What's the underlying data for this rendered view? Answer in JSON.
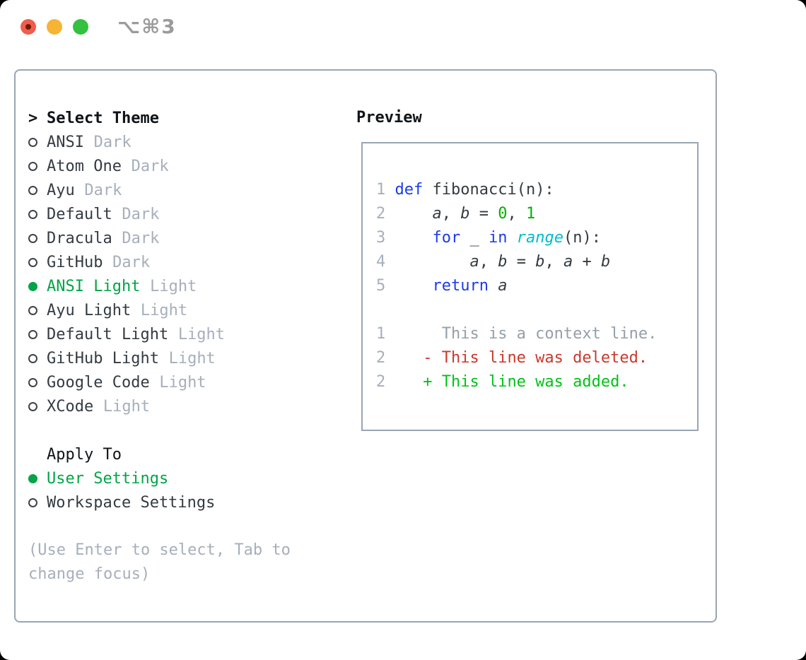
{
  "window": {
    "shortcut": "⌥⌘3",
    "traffic_lights": {
      "close": "red-edited-dot",
      "minimize": "yellow",
      "zoom": "green"
    }
  },
  "theme_selector": {
    "title_prefix": ">",
    "title": "Select Theme",
    "items": [
      {
        "name": "ANSI",
        "variant": "Dark",
        "selected": false
      },
      {
        "name": "Atom One",
        "variant": "Dark",
        "selected": false
      },
      {
        "name": "Ayu",
        "variant": "Dark",
        "selected": false
      },
      {
        "name": "Default",
        "variant": "Dark",
        "selected": false
      },
      {
        "name": "Dracula",
        "variant": "Dark",
        "selected": false
      },
      {
        "name": "GitHub",
        "variant": "Dark",
        "selected": false
      },
      {
        "name": "ANSI Light",
        "variant": "Light",
        "selected": true
      },
      {
        "name": "Ayu Light",
        "variant": "Light",
        "selected": false
      },
      {
        "name": "Default Light",
        "variant": "Light",
        "selected": false
      },
      {
        "name": "GitHub Light",
        "variant": "Light",
        "selected": false
      },
      {
        "name": "Google Code",
        "variant": "Light",
        "selected": false
      },
      {
        "name": "XCode",
        "variant": "Light",
        "selected": false
      }
    ]
  },
  "apply_to": {
    "title": "Apply To",
    "options": [
      {
        "label": "User Settings",
        "selected": true
      },
      {
        "label": "Workspace Settings",
        "selected": false
      }
    ]
  },
  "hint": "(Use Enter to select, Tab to change focus)",
  "preview": {
    "title": "Preview",
    "lines": [
      {
        "num": "1",
        "tokens": [
          {
            "t": "def",
            "c": "keyword"
          },
          {
            "t": " fibonacci(n):",
            "c": "plain"
          }
        ]
      },
      {
        "num": "2",
        "tokens": [
          {
            "t": "    ",
            "c": "plain"
          },
          {
            "t": "a",
            "c": "plain",
            "i": true
          },
          {
            "t": ", ",
            "c": "plain"
          },
          {
            "t": "b",
            "c": "plain",
            "i": true
          },
          {
            "t": " = ",
            "c": "plain"
          },
          {
            "t": "0",
            "c": "number"
          },
          {
            "t": ", ",
            "c": "plain"
          },
          {
            "t": "1",
            "c": "number"
          }
        ]
      },
      {
        "num": "3",
        "tokens": [
          {
            "t": "    ",
            "c": "plain"
          },
          {
            "t": "for",
            "c": "keyword"
          },
          {
            "t": " _ ",
            "c": "plain"
          },
          {
            "t": "in",
            "c": "keyword"
          },
          {
            "t": " ",
            "c": "plain"
          },
          {
            "t": "range",
            "c": "builtin",
            "i": true
          },
          {
            "t": "(n):",
            "c": "plain"
          }
        ]
      },
      {
        "num": "4",
        "tokens": [
          {
            "t": "        ",
            "c": "plain"
          },
          {
            "t": "a",
            "c": "plain",
            "i": true
          },
          {
            "t": ", ",
            "c": "plain"
          },
          {
            "t": "b",
            "c": "plain",
            "i": true
          },
          {
            "t": " = ",
            "c": "plain"
          },
          {
            "t": "b",
            "c": "plain",
            "i": true
          },
          {
            "t": ", ",
            "c": "plain"
          },
          {
            "t": "a",
            "c": "plain",
            "i": true
          },
          {
            "t": " + ",
            "c": "plain"
          },
          {
            "t": "b",
            "c": "plain",
            "i": true
          }
        ]
      },
      {
        "num": "5",
        "tokens": [
          {
            "t": "    ",
            "c": "plain"
          },
          {
            "t": "return",
            "c": "keyword"
          },
          {
            "t": " ",
            "c": "plain"
          },
          {
            "t": "a",
            "c": "plain",
            "i": true
          }
        ]
      },
      {
        "num": "",
        "tokens": []
      },
      {
        "num": "1",
        "tokens": [
          {
            "t": "     This is a context line.",
            "c": "context"
          }
        ]
      },
      {
        "num": "2",
        "tokens": [
          {
            "t": "   - This line was deleted.",
            "c": "deleted"
          }
        ]
      },
      {
        "num": "2",
        "tokens": [
          {
            "t": "   + This line was added.",
            "c": "added"
          }
        ]
      }
    ]
  },
  "colors": {
    "header": "#101418",
    "text": "#343b42",
    "muted": "#a6afbb",
    "border": "#9aa5b2",
    "green": "#00a546",
    "keyword": "#1c3be8",
    "builtin": "#00bcd0",
    "number": "#00b100",
    "context": "#959fa9",
    "deleted": "#c9392b",
    "added": "#00c216",
    "lineno": "#a6afbb",
    "shortcut": "#9b9b9b",
    "light_red": "#f05c4d",
    "light_red_dot": "#701708",
    "light_yellow": "#f6b434",
    "light_green": "#33c13f"
  }
}
